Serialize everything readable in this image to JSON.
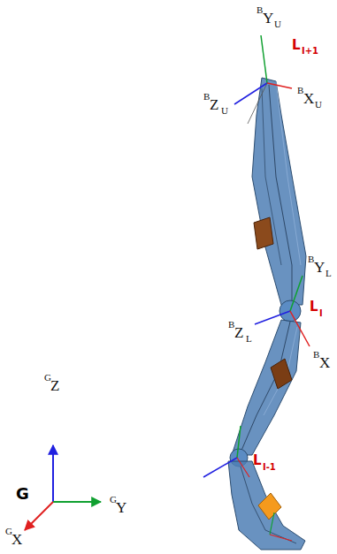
{
  "diagram": {
    "labels": [
      "B",
      "Y",
      "U",
      "L",
      "I+1",
      "B",
      "Z",
      "U",
      "B",
      "X",
      "U",
      "B",
      "Y",
      "L",
      "L",
      "I",
      "B",
      "Z",
      "L",
      "B",
      "X",
      "L",
      "I-1",
      "G",
      "Z",
      "G",
      "Y",
      "G",
      "X",
      "G"
    ]
  }
}
